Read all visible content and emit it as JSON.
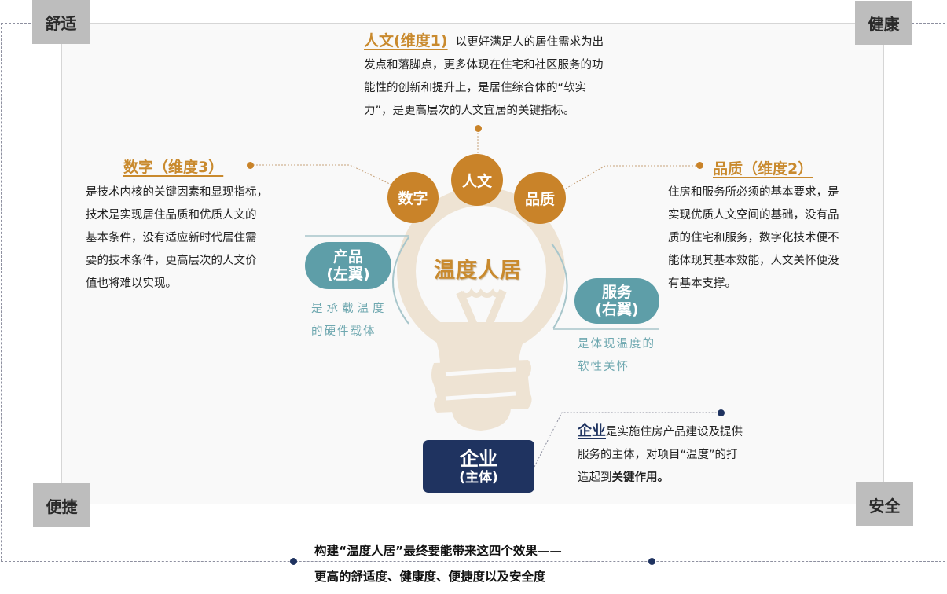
{
  "corners": {
    "top_left": "舒适",
    "top_right": "健康",
    "bottom_left": "便捷",
    "bottom_right": "安全"
  },
  "center": {
    "title": "温度人居",
    "bulb_icon": "lightbulb-icon"
  },
  "dimensions": {
    "humanity": {
      "circle_label": "人文",
      "title": "人文(维度1)",
      "description_first_line": "以更好满足人的居住需求为出",
      "description_lines": [
        "发点和落脚点，更多体现在住宅和社区服务的功",
        "能性的创新和提升上，是居住综合体的“软实",
        "力”，是更高层次的人文宜居的关键指标。"
      ]
    },
    "quality": {
      "circle_label": "品质",
      "title": "品质（维度2）",
      "description_lines": [
        "住房和服务所必须的基本要求，是",
        "实现优质人文空间的基础，没有品",
        "质的住宅和服务，数字化技术便不",
        "能体现其基本效能，人文关怀便没",
        "有基本支撑。"
      ]
    },
    "digital": {
      "circle_label": "数字",
      "title": "数字（维度3）",
      "description_lines": [
        "是技术内核的关键因素和显现指标，",
        "技术是实现居住品质和优质人文的",
        "基本条件，没有适应新时代居住需",
        "要的技术条件，更高层次的人文价",
        "值也将难以实现。"
      ]
    }
  },
  "wings": {
    "left": {
      "label": "产品",
      "sublabel": "(左翼)",
      "description_lines": [
        "是承载温度",
        "的硬件载体"
      ]
    },
    "right": {
      "label": "服务",
      "sublabel": "(右翼)",
      "description_lines": [
        "是体现温度的",
        "软性关怀"
      ]
    }
  },
  "enterprise": {
    "label": "企业",
    "sublabel": "(主体)",
    "title": "企业",
    "description_first": "是实施住房产品建设及提供",
    "description_second": "服务的主体，对项目“温度”的打",
    "description_third_prefix": "造起到",
    "description_third_bold": "关键作用。"
  },
  "footer": {
    "line1": "构建“温度人居”最终要能带来这四个效果——",
    "line2": "更高的舒适度、健康度、便捷度以及安全度"
  },
  "colors": {
    "orange": "#c98329",
    "teal": "#5e9ea8",
    "navy": "#1f3360",
    "corner_gray": "#bdbdbd",
    "bulb": "#eee3d3"
  }
}
